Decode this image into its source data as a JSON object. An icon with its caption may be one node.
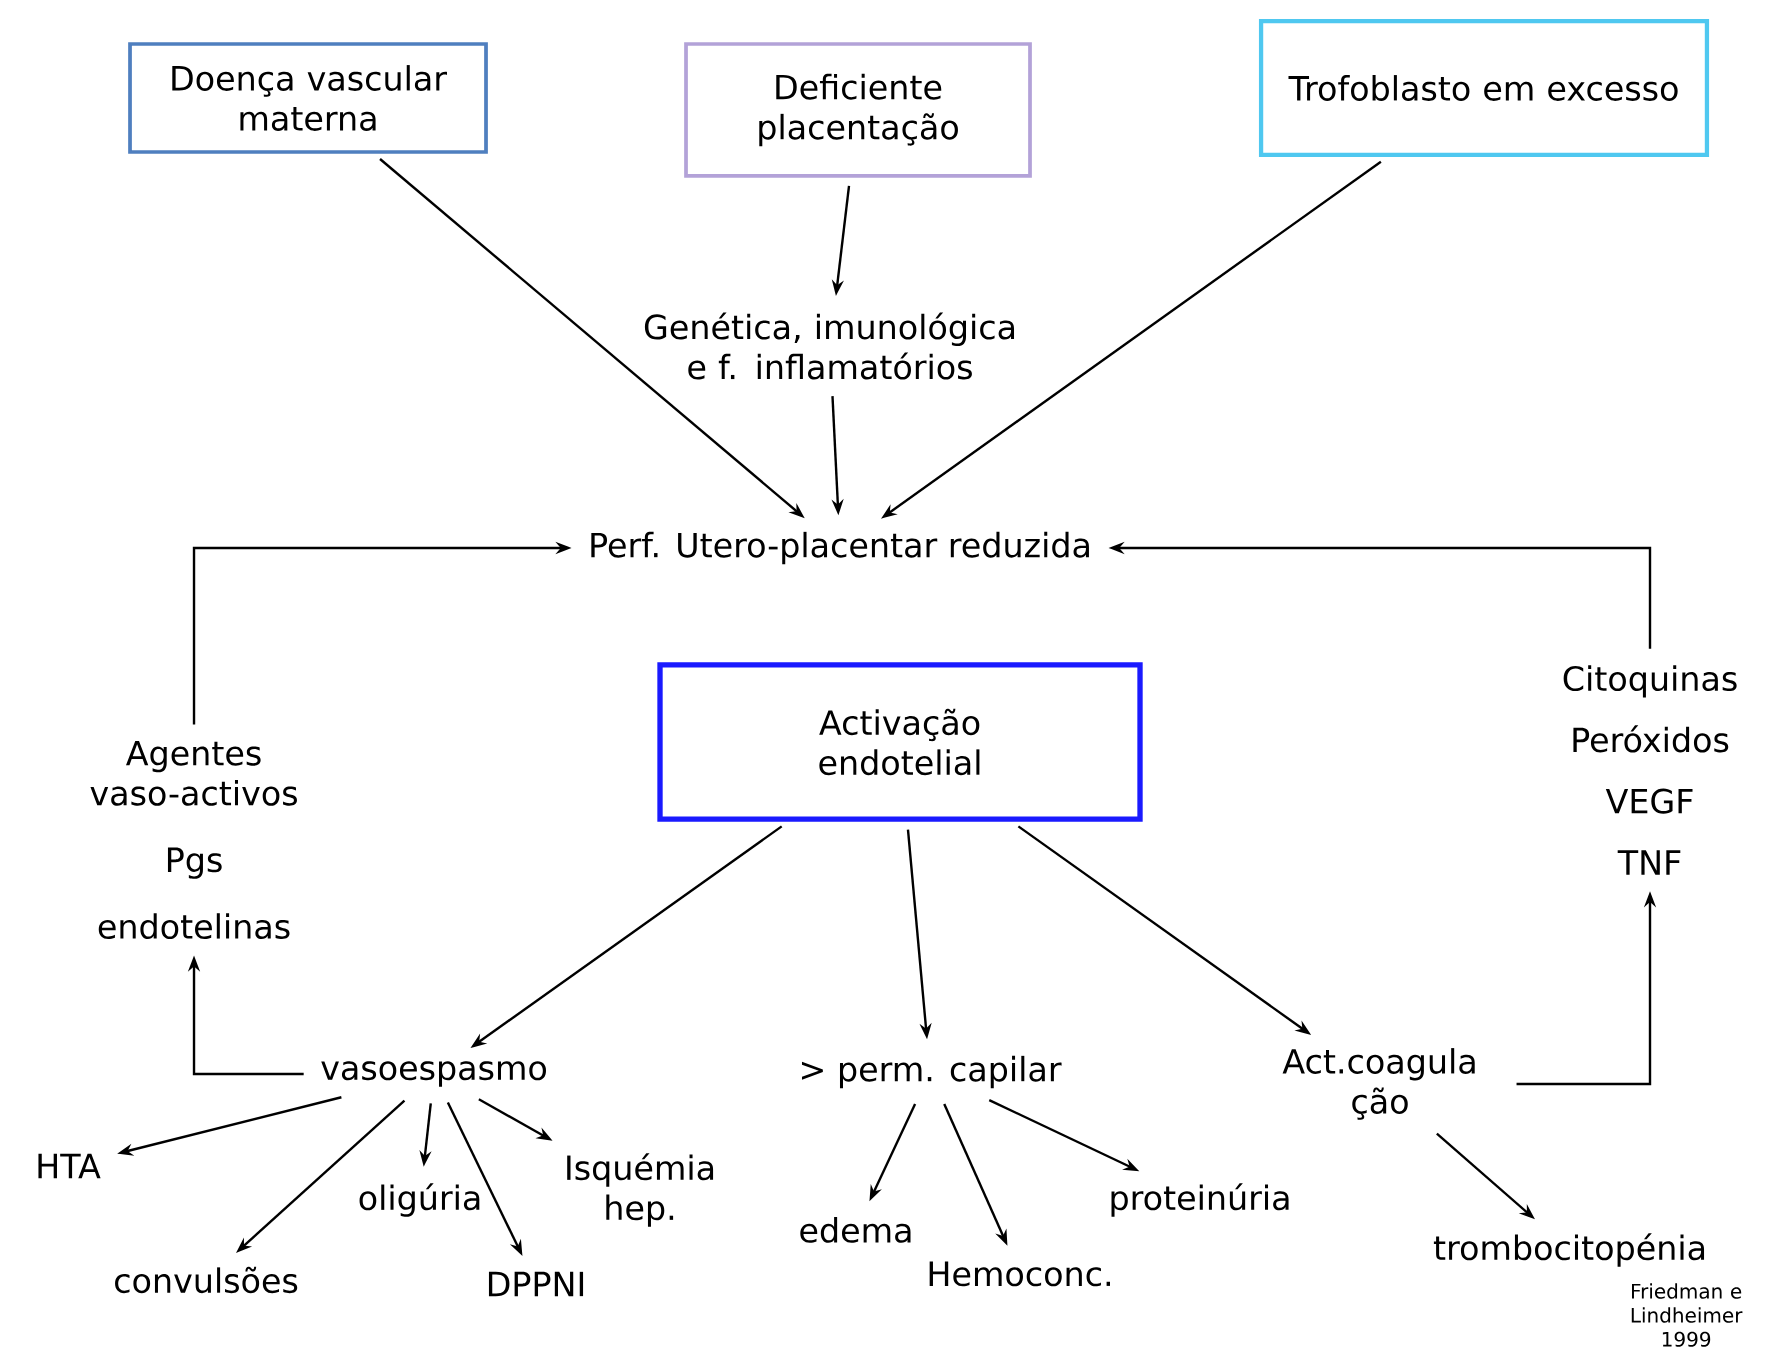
{
  "diagram": {
    "nodes": [
      {
        "text": [
          "Doença vascular materna"
        ]
      },
      {
        "text": [
          "Deficiente placentação"
        ]
      },
      {
        "text": [
          "Trofoblasto em excesso"
        ]
      },
      {
        "text": [
          "Genética, imunológica e f. inflamatórios"
        ]
      },
      {
        "text": [
          "Perf. Utero-placentar reduzida"
        ]
      },
      {
        "text": [
          "Activação endotelial"
        ]
      },
      {
        "text": [
          "Agentes vaso-activos",
          "Pgs",
          "endotelinas"
        ]
      },
      {
        "text": [
          "Citoquinas",
          "Peróxidos",
          "VEGF",
          "TNF"
        ]
      },
      {
        "text": [
          "vasoespasmo"
        ]
      },
      {
        "text": [
          "> perm. capilar"
        ]
      },
      {
        "text": [
          "Act.coagula ção"
        ]
      },
      {
        "text": [
          "HTA"
        ]
      },
      {
        "text": [
          "convulsões"
        ]
      },
      {
        "text": [
          "oligúria"
        ]
      },
      {
        "text": [
          "DPPNI"
        ]
      },
      {
        "text": [
          "Isquémia hep."
        ]
      },
      {
        "text": [
          "edema"
        ]
      },
      {
        "text": [
          "Hemoconc."
        ]
      },
      {
        "text": [
          "proteinúria"
        ]
      },
      {
        "text": [
          "trombocitopénia"
        ]
      }
    ],
    "edges": [
      {
        "from": 0,
        "to": 4,
        "arrow": "to"
      },
      {
        "from": 1,
        "to": 3,
        "arrow": "to"
      },
      {
        "from": 3,
        "to": 4,
        "arrow": "to"
      },
      {
        "from": 2,
        "to": 4,
        "arrow": "to"
      },
      {
        "from": 6,
        "to": 4,
        "arrow": "to"
      },
      {
        "from": 7,
        "to": 4,
        "arrow": "to"
      },
      {
        "from": 5,
        "to": 8,
        "arrow": "to"
      },
      {
        "from": 5,
        "to": 9,
        "arrow": "to"
      },
      {
        "from": 5,
        "to": 10,
        "arrow": "to"
      },
      {
        "from": 8,
        "to": 6,
        "arrow": "to"
      },
      {
        "from": 8,
        "to": 11,
        "arrow": "to"
      },
      {
        "from": 8,
        "to": 12,
        "arrow": "to"
      },
      {
        "from": 8,
        "to": 13,
        "arrow": "to"
      },
      {
        "from": 8,
        "to": 14,
        "arrow": "to"
      },
      {
        "from": 8,
        "to": 15,
        "arrow": "to"
      },
      {
        "from": 9,
        "to": 16,
        "arrow": "to"
      },
      {
        "from": 9,
        "to": 17,
        "arrow": "to"
      },
      {
        "from": 9,
        "to": 18,
        "arrow": "to"
      },
      {
        "from": 10,
        "to": 7,
        "arrow": "to"
      },
      {
        "from": 10,
        "to": 19,
        "arrow": "to"
      }
    ],
    "labels": [
      "Friedman e Lindheimer 1999"
    ]
  }
}
